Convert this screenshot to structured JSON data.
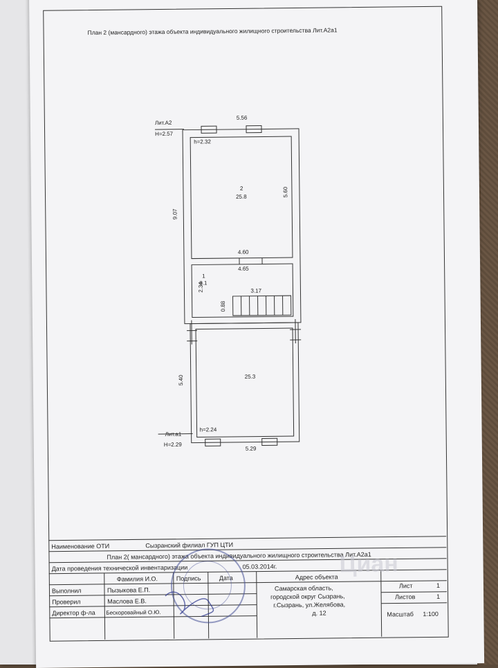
{
  "title": "План 2 (мансардного) этажа объекта индивидуального жилищного строительства Лит.А2а1",
  "plan": {
    "lit_a2": "Лит.А2",
    "lit_a2_h": "H=2.57",
    "lit_a1": "Лит.а1",
    "lit_a1_h": "H=2.29",
    "top_width": "5.56",
    "room2_h": "h=2.32",
    "room2_number": "2",
    "room2_area": "25.8",
    "room2_right": "5.60",
    "left_total": "9.07",
    "width_460": "4.60",
    "width_465": "4.65",
    "room1_number": "1",
    "room1_area": "8.1",
    "stairs_len": "3.17",
    "room1_depth": "2.34",
    "stairs_width": "0.88",
    "lower_left": "5.40",
    "lower_area": "25.3",
    "lower_h": "h=2.24",
    "bottom_width": "5.29"
  },
  "stamp": {
    "row1_label": "Наименование ОТИ",
    "row1_value": "Сызранский филиал ГУП ЦТИ",
    "row2_value": "План 2( мансардного) этажа объекта индивидуального жилищного строительства Лит.А2а1",
    "row3_label": "Дата проведения технической инвентаризации",
    "row3_value": "05.03.2014г.",
    "col_name": "Фамилия И.О.",
    "col_sign": "Подпись",
    "col_date": "Дата",
    "col_address": "Адрес объекта",
    "role1": "Выполнил",
    "person1": "Пызыкова Е.П.",
    "role2": "Проверил",
    "person2": "Маслова Е.В.",
    "role3": "Директор ф-ла",
    "person3": "Бескоровайный О.Ю.",
    "address1": "Самарская область,",
    "address2": "городской округ Сызрань,",
    "address3": "г.Сызрань, ул.Желябова,",
    "address4": "д. 12",
    "sheet_label": "Лист",
    "sheet_value": "1",
    "sheets_label": "Листов",
    "sheets_value": "1",
    "scale_label": "Масштаб",
    "scale_value": "1:100"
  },
  "watermark": "Циан"
}
